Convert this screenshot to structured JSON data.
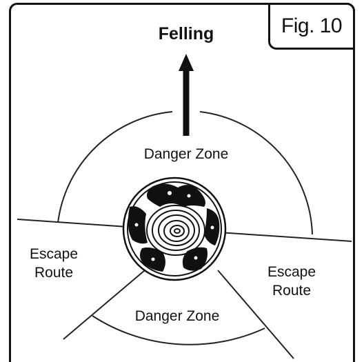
{
  "figure": {
    "label": "Fig. 10"
  },
  "diagram": {
    "direction_label": "Felling",
    "danger_zone_top": "Danger Zone",
    "danger_zone_bottom": "Danger Zone",
    "escape_route_left": [
      "Escape",
      "Route"
    ],
    "escape_route_right": [
      "Escape",
      "Route"
    ]
  }
}
